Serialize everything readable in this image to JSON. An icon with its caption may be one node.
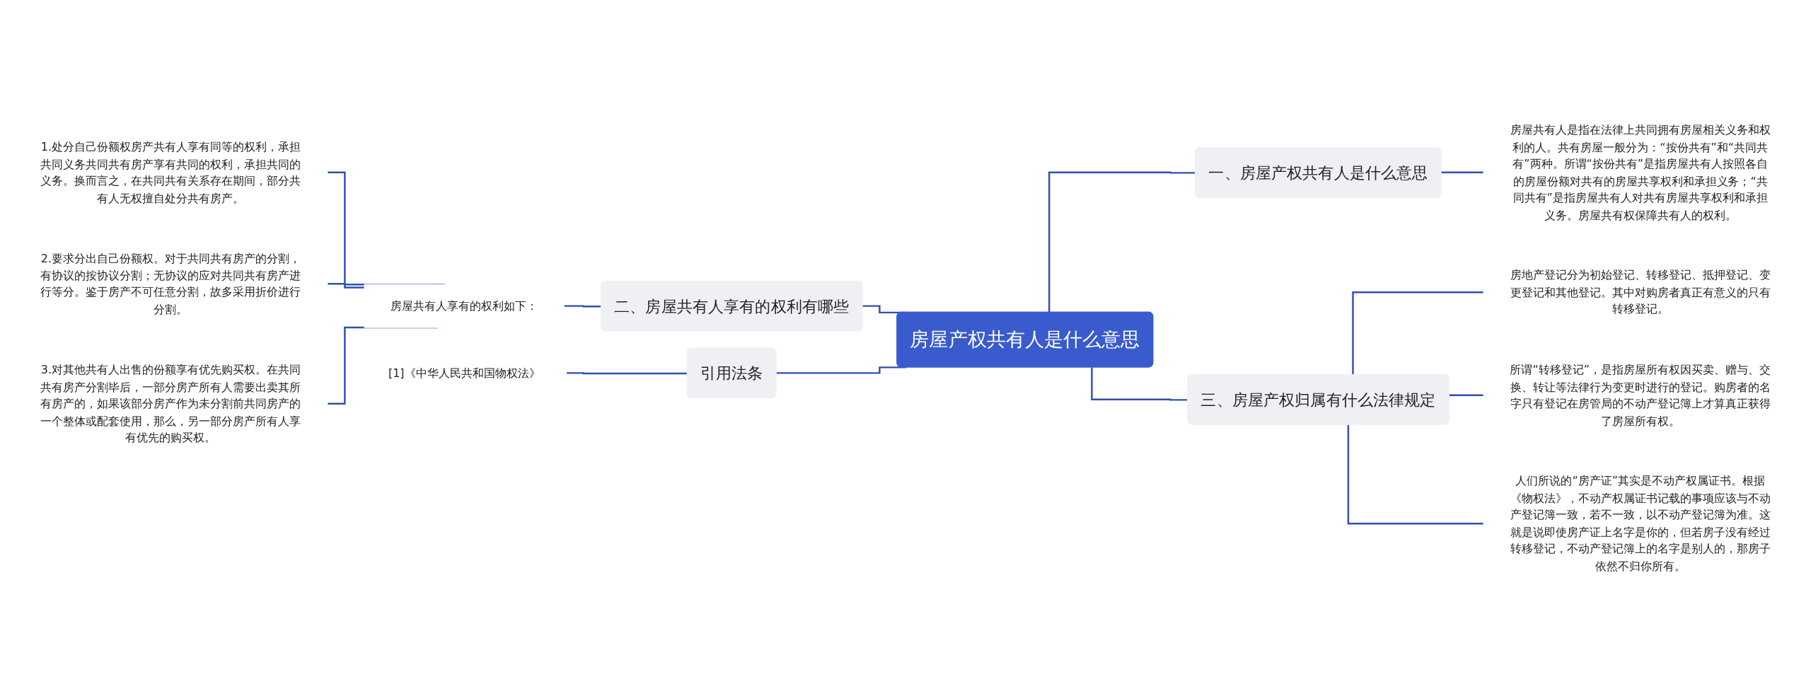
{
  "diagram": {
    "nodes": [
      {
        "text": [
          "房屋产权共有人是什么意思"
        ]
      },
      {
        "text": [
          "一、房屋产权共有人是什么意思"
        ]
      },
      {
        "text": [
          "房屋共有人是指在法律上共同拥有房屋相关义务和权利的人。共有房屋一般分为：“按份共有”和“共同共有”两种。所谓“按份共有”是指房屋共有人按照各自的房屋份额对共有的房屋共享权利和承担义务；“共同共有”是指房屋共有人对共有房屋共享权利和承担义务。房屋共有权保障共有人的权利。"
        ]
      },
      {
        "text": [
          "三、房屋产权归属有什么法律规定"
        ]
      },
      {
        "text": [
          "房地产登记分为初始登记、转移登记、抵押登记、变更登记和其他登记。其中对购房者真正有意义的只有转移登记。"
        ]
      },
      {
        "text": [
          "所谓“转移登记”，是指房屋所有权因买卖、赠与、交换、转让等法律行为变更时进行的登记。购房者的名字只有登记在房管局的不动产登记簿上才算真正获得了房屋所有权。"
        ]
      },
      {
        "text": [
          "人们所说的“房产证”其实是不动产权属证书。根据《物权法》，不动产权属证书记载的事项应该与不动产登记簿一致，若不一致，以不动产登记簿为准。这就是说即使房产证上名字是你的，但若房子没有经过转移登记，不动产登记簿上的名字是别人的，那房子依然不归你所有。"
        ]
      },
      {
        "text": [
          "二、房屋共有人享有的权利有哪些"
        ]
      },
      {
        "text": [
          "房屋共有人享有的权利如下："
        ]
      },
      {
        "text": [
          "1.处分自己份额权房产共有人享有同等的权利，承担共同义务共同共有房产享有共同的权利，承担共同的义务。换而言之，在共同共有关系存在期间，部分共有人无权擅自处分共有房产。"
        ]
      },
      {
        "text": [
          "2.要求分出自己份额权。对于共同共有房产的分割，有协议的按协议分割；无协议的应对共同共有房产进行等分。鉴于房产不可任意分割，故多采用折价进行分割。"
        ]
      },
      {
        "text": [
          "3.对其他共有人出售的份额享有优先购买权。在共同共有房产分割毕后，一部分房产所有人需要出卖其所有房产的，如果该部分房产作为未分割前共同房产的一个整体或配套使用，那么，另一部分房产所有人享有优先的购买权。"
        ]
      },
      {
        "text": [
          "引用法条"
        ]
      },
      {
        "text": [
          "[1]《中华人民共和国物权法》"
        ]
      }
    ],
    "edges": [
      {
        "from": 0,
        "to": 1,
        "arrow": "none"
      },
      {
        "from": 1,
        "to": 2,
        "arrow": "none"
      },
      {
        "from": 0,
        "to": 3,
        "arrow": "none"
      },
      {
        "from": 3,
        "to": 4,
        "arrow": "none"
      },
      {
        "from": 3,
        "to": 5,
        "arrow": "none"
      },
      {
        "from": 3,
        "to": 6,
        "arrow": "none"
      },
      {
        "from": 0,
        "to": 7,
        "arrow": "none"
      },
      {
        "from": 7,
        "to": 8,
        "arrow": "none"
      },
      {
        "from": 8,
        "to": 9,
        "arrow": "none"
      },
      {
        "from": 8,
        "to": 10,
        "arrow": "none"
      },
      {
        "from": 8,
        "to": 11,
        "arrow": "none"
      },
      {
        "from": 0,
        "to": 12,
        "arrow": "none"
      },
      {
        "from": 12,
        "to": 13,
        "arrow": "none"
      }
    ]
  }
}
